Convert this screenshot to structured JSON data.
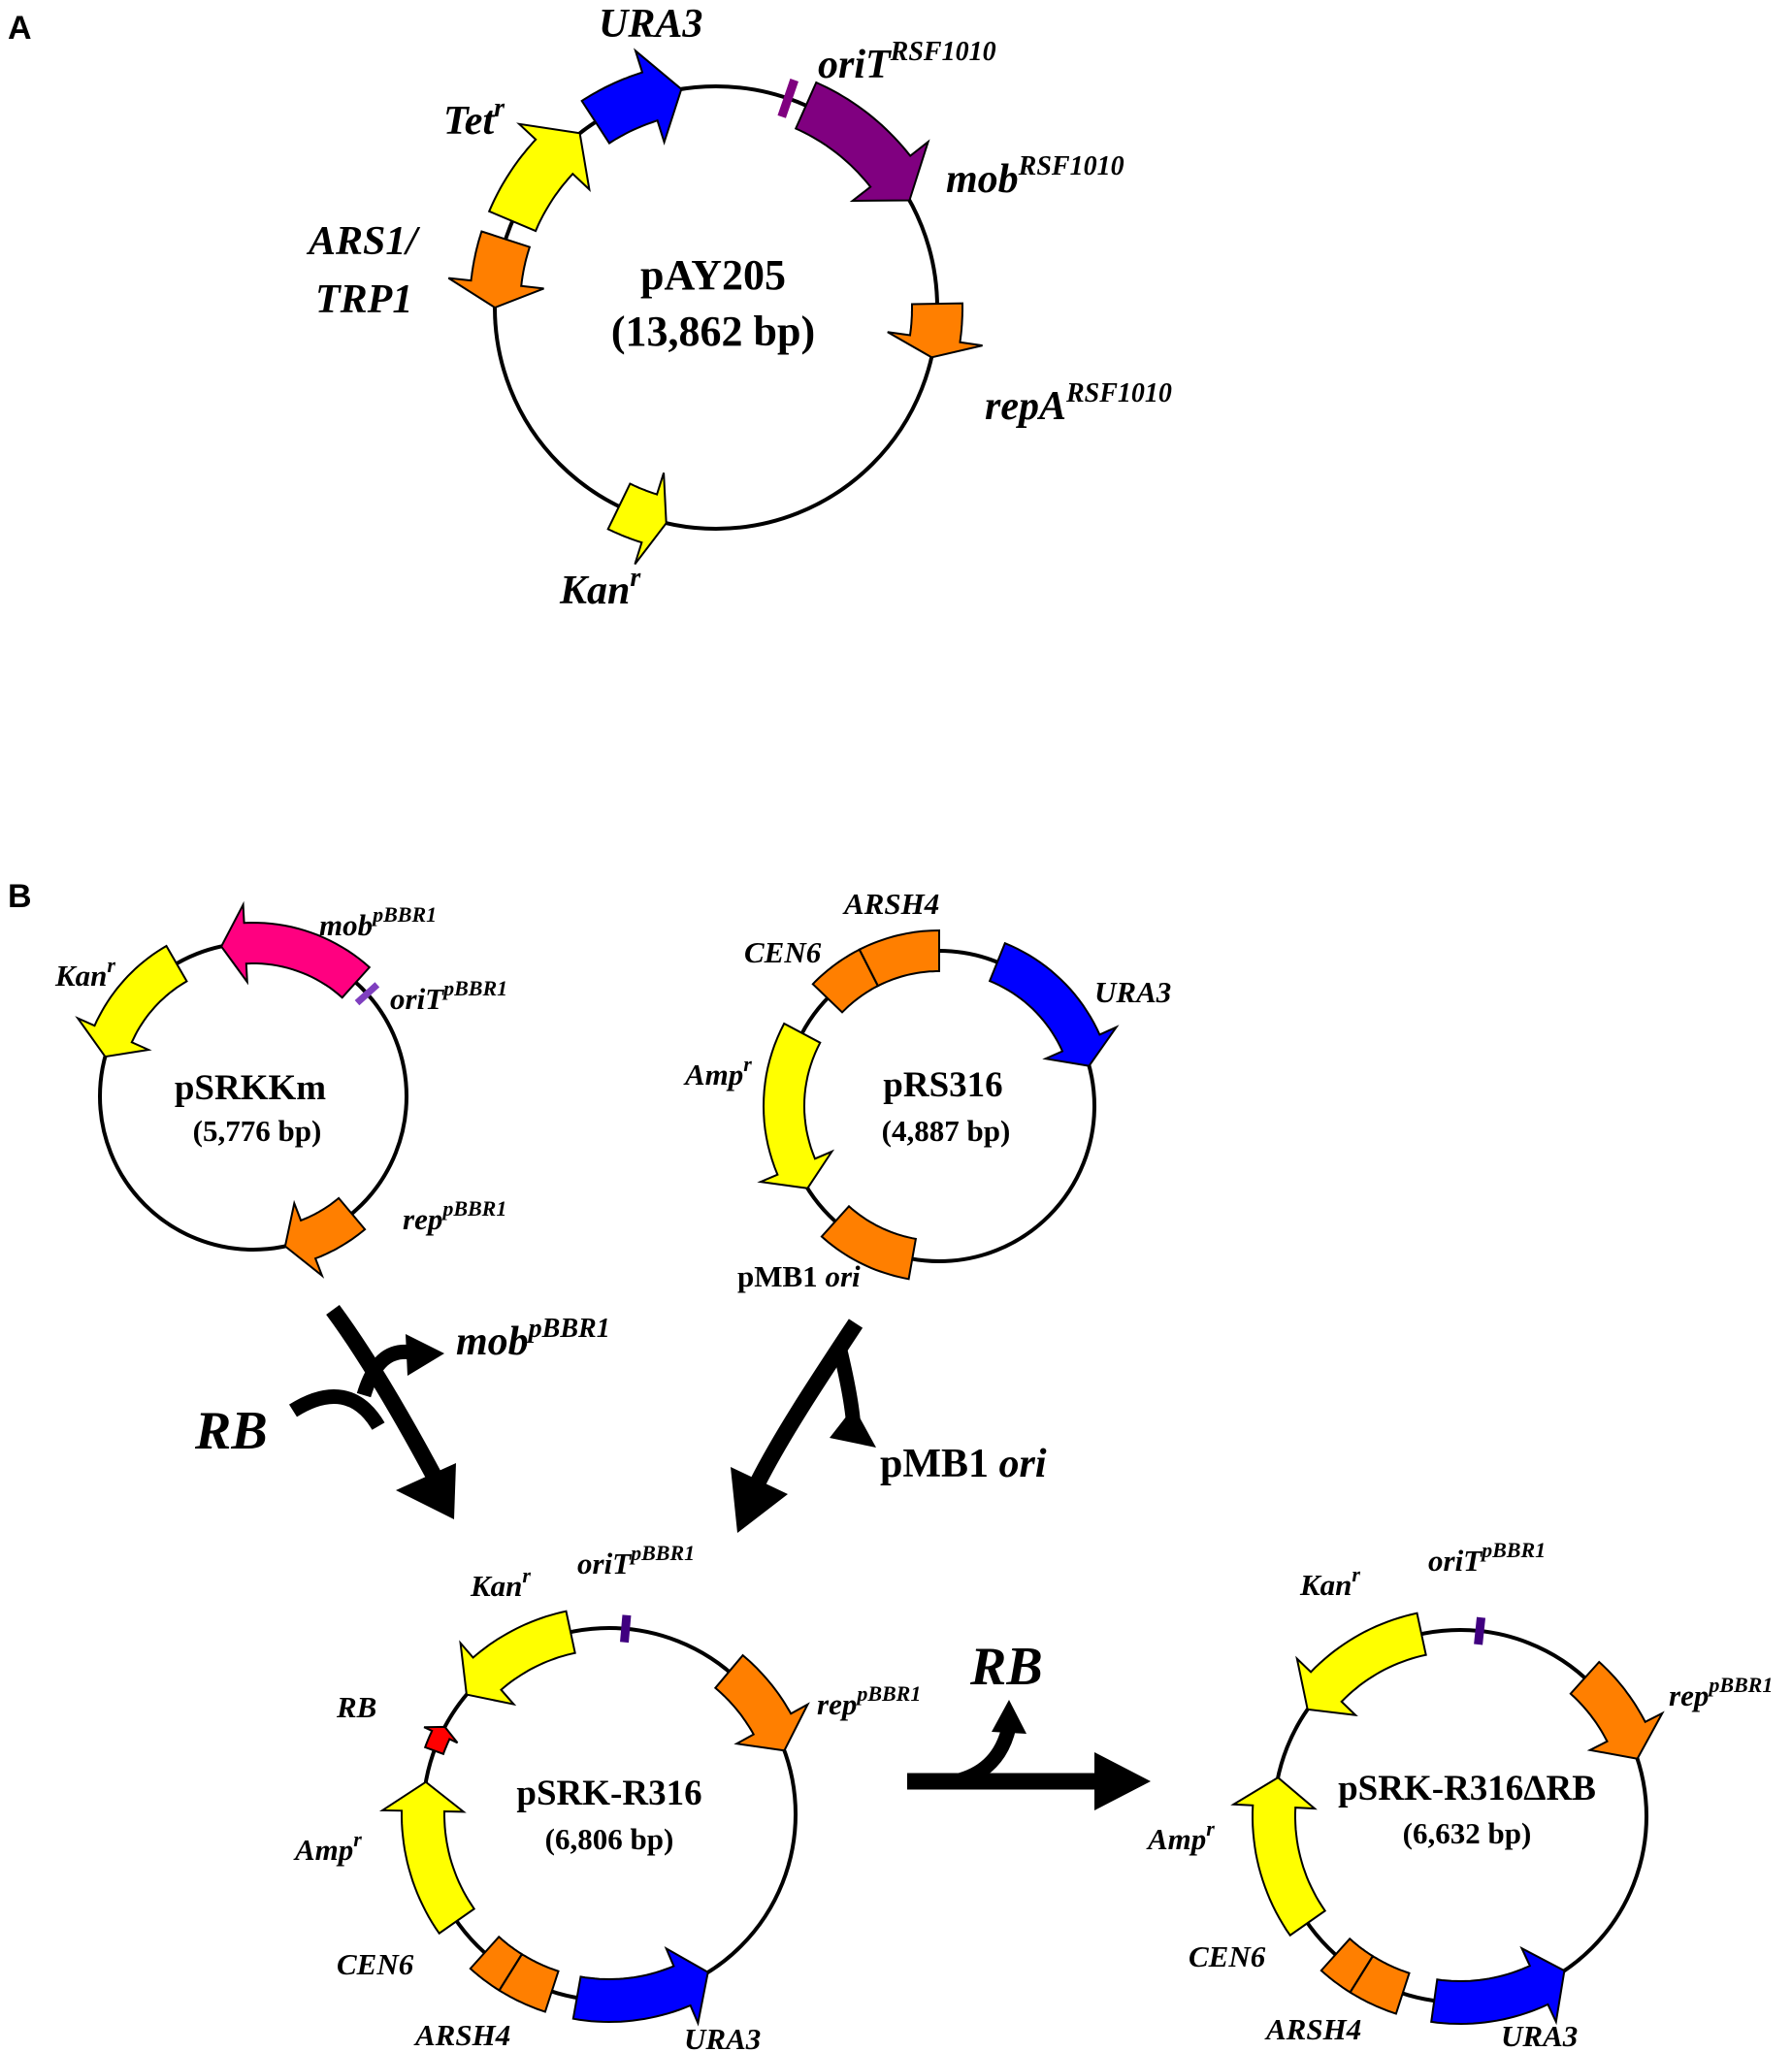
{
  "panel_a": {
    "letter": "A",
    "plasmid": {
      "name": "pAY205",
      "size": "(13,862 bp)"
    },
    "labels": {
      "ura3": "URA3",
      "orit": "oriT",
      "orit_sup": "RSF1010",
      "mob": "mob",
      "mob_sup": "RSF1010",
      "repa": "repA",
      "repa_sup": "RSF1010",
      "tet": "Tet",
      "tet_sup": "r",
      "ars1": "ARS1/",
      "trp1": "TRP1",
      "kan": "Kan",
      "kan_sup": "r"
    }
  },
  "panel_b": {
    "letter": "B",
    "psrkkm": {
      "name": "pSRKKm",
      "size": "(5,776 bp)",
      "kan": "Kan",
      "kan_sup": "r",
      "mob": "mob",
      "mob_sup": "pBBR1",
      "orit": "oriT",
      "orit_sup": "pBBR1",
      "rep": "rep",
      "rep_sup": "pBBR1"
    },
    "prs316": {
      "name": "pRS316",
      "size": "(4,887 bp)",
      "arsh4": "ARSH4",
      "cen6": "CEN6",
      "ura3": "URA3",
      "amp": "Amp",
      "amp_sup": "r",
      "pmb1": "pMB1 ",
      "pmb1_ori": "ori"
    },
    "flow": {
      "rb": "RB",
      "mob": "mob",
      "mob_sup": "pBBR1",
      "pmb1": "pMB1 ",
      "pmb1_ori": "ori",
      "rb2": "RB"
    },
    "psrk_r316": {
      "name": "pSRK-R316",
      "size": "(6,806 bp)",
      "kan": "Kan",
      "kan_sup": "r",
      "orit": "oriT",
      "orit_sup": "pBBR1",
      "rep": "rep",
      "rep_sup": "pBBR1",
      "rb": "RB",
      "amp": "Amp",
      "amp_sup": "r",
      "cen6": "CEN6",
      "arsh4": "ARSH4",
      "ura3": "URA3"
    },
    "psrk_r316drb": {
      "name": "pSRK-R316ΔRB",
      "size": "(6,632 bp)",
      "kan": "Kan",
      "kan_sup": "r",
      "orit": "oriT",
      "orit_sup": "pBBR1",
      "rep": "rep",
      "rep_sup": "pBBR1",
      "amp": "Amp",
      "amp_sup": "r",
      "cen6": "CEN6",
      "arsh4": "ARSH4",
      "ura3": "URA3"
    }
  },
  "colors": {
    "ura3": "#0000ff",
    "mob_rsf1010": "#800080",
    "orange": "#ff7f00",
    "yellow": "#ffff00",
    "mob_pbbr1": "#ff0080",
    "orit_pbbr1": "#7f3fbf",
    "orit_dark": "#400080",
    "rb": "#ff0000"
  }
}
